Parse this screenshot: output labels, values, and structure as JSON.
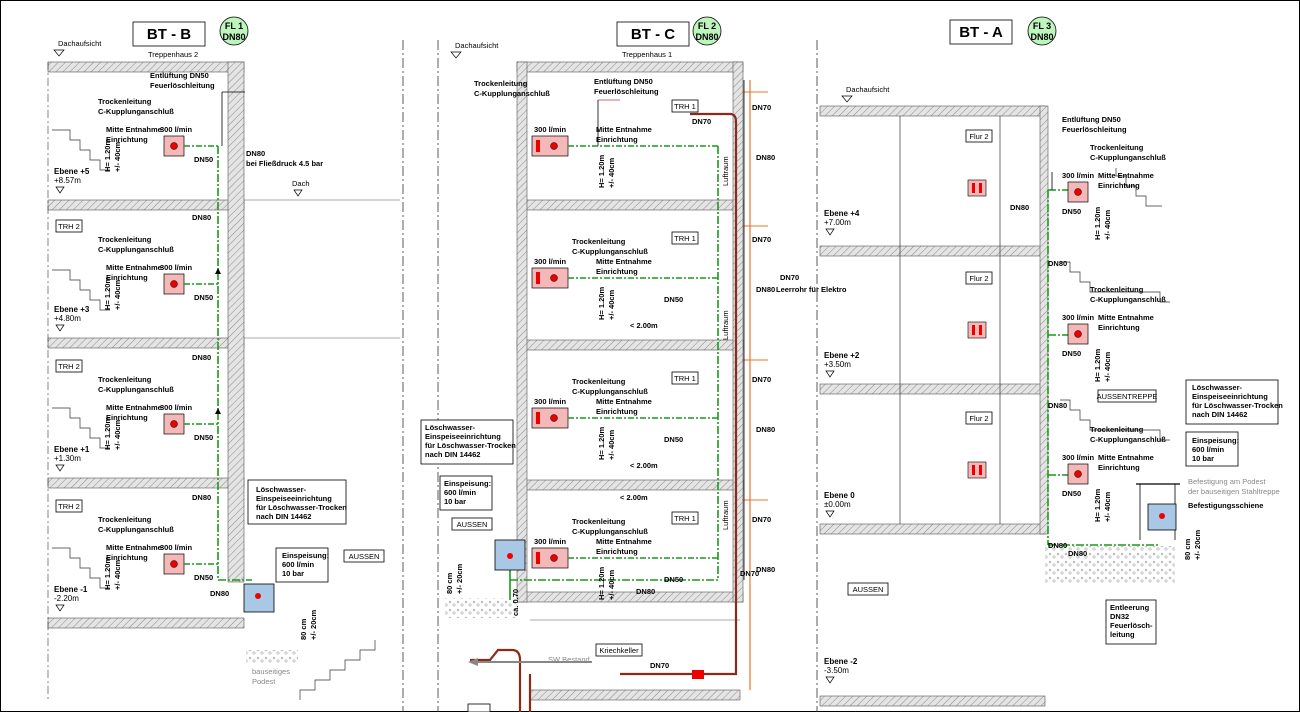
{
  "sections": {
    "bt_b": {
      "title": "BT - B",
      "fl_line1": "FL 1",
      "fl_line2": "DN80",
      "stair": "Treppenhaus 2",
      "roof": "Dachaufsicht"
    },
    "bt_c": {
      "title": "BT - C",
      "fl_line1": "FL 2",
      "fl_line2": "DN80",
      "stair": "Treppenhaus 1",
      "roof": "Dachaufsicht"
    },
    "bt_a": {
      "title": "BT - A",
      "fl_line1": "FL 3",
      "fl_line2": "DN80",
      "roof": "Dachaufsicht"
    }
  },
  "levels": {
    "b": [
      {
        "name": "Ebene +5",
        "value": "+8.57m"
      },
      {
        "name": "Ebene +3",
        "value": "+4.80m"
      },
      {
        "name": "Ebene +1",
        "value": "+1.30m"
      },
      {
        "name": "Ebene -1",
        "value": "-2.20m"
      }
    ],
    "a": [
      {
        "name": "Ebene +4",
        "value": "+7.00m"
      },
      {
        "name": "Ebene +2",
        "value": "+3.50m"
      },
      {
        "name": "Ebene 0",
        "value": "±0.00m"
      },
      {
        "name": "Ebene -2",
        "value": "-3.50m"
      }
    ]
  },
  "labels": {
    "vent_line1": "Entlüftung DN50",
    "vent_line2": "Feuerlöschleitung",
    "dry_line1": "Trockenleitung",
    "dry_line2": "C-Kupplunganschluß",
    "flow": "300 l/min",
    "mid_line1": "Mitte Entnahme",
    "mid_line2": "Einrichtung",
    "dn50": "DN50",
    "dn80": "DN80",
    "dn70": "DN70",
    "dn32": "DN32",
    "h120": "H= 1.20m",
    "pm40": "+/- 40cm",
    "pm20": "+/- 20cm",
    "cm80": "80 cm",
    "trh1": "TRH 1",
    "trh2": "TRH 2",
    "flur2": "Flur 2",
    "aussen": "AUSSEN",
    "aussentreppe": "AUSSENTREPPE",
    "dach": "Dach",
    "dn80_pressure_1": "DN80",
    "dn80_pressure_2": "bei Fließdruck 4.5 bar",
    "dist_200": "< 2.00m",
    "leerrohr": "Leerrohr für Elektro",
    "luftraum": "Luftraum",
    "sw_bestand": "SW Bestand",
    "kriechkeller": "Kriechkeller",
    "ca": "ca. 0.70",
    "inlet": [
      "Löschwasser-",
      "Einspeiseeinrichtung",
      "für Löschwasser-Trocken",
      "nach DIN 14462"
    ],
    "feed": [
      "Einspeisung:",
      "600 l/min",
      "10 bar"
    ],
    "fixing_line1": "Befestigung am Podest",
    "fixing_line2": "der bauseitigen Stahltreppe",
    "fixing_rail": "Befestigungsschiene",
    "drain": [
      "Entleerung",
      "DN32",
      "Feuerlösch-",
      "leitung"
    ],
    "podest_line1": "bauseitiges",
    "podest_line2": "Podest"
  },
  "colors": {
    "green_pipe": "#1a9a1a",
    "red_pipe": "#c0392b",
    "dark_red_pipe": "#8b2a1a",
    "orange": "#e8742a",
    "hatch": "#9a9a9a",
    "inlet_box": "#a9c8e6",
    "outlet_box": "#f5b8b8",
    "fl_badge": "#bdf5bd"
  }
}
